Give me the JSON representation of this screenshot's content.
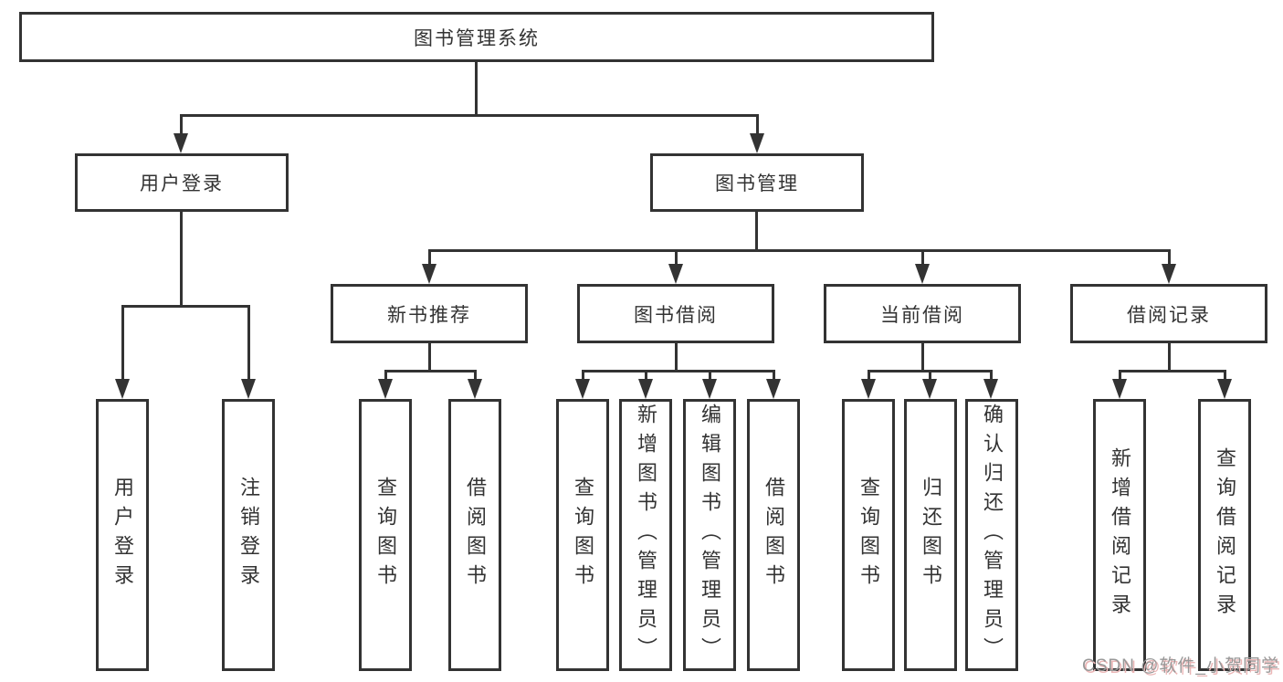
{
  "diagram": {
    "title_node": {
      "label": "图书管理系统"
    },
    "level2": [
      {
        "label": "用户登录"
      },
      {
        "label": "图书管理"
      }
    ],
    "level3": [
      {
        "label": "新书推荐"
      },
      {
        "label": "图书借阅"
      },
      {
        "label": "当前借阅"
      },
      {
        "label": "借阅记录"
      }
    ],
    "leaves": [
      {
        "label": "用户登录",
        "parent": "用户登录"
      },
      {
        "label": "注销登录",
        "parent": "用户登录"
      },
      {
        "label": "查询图书",
        "parent": "新书推荐"
      },
      {
        "label": "借阅图书",
        "parent": "新书推荐"
      },
      {
        "label": "查询图书",
        "parent": "图书借阅"
      },
      {
        "label": "新增图书（管理员）",
        "parent": "图书借阅"
      },
      {
        "label": "编辑图书（管理员）",
        "parent": "图书借阅"
      },
      {
        "label": "借阅图书",
        "parent": "图书借阅"
      },
      {
        "label": "查询图书",
        "parent": "当前借阅"
      },
      {
        "label": "归还图书",
        "parent": "当前借阅"
      },
      {
        "label": "确认归还（管理员）",
        "parent": "当前借阅"
      },
      {
        "label": "新增借阅记录",
        "parent": "借阅记录"
      },
      {
        "label": "查询借阅记录",
        "parent": "借阅记录"
      }
    ],
    "colors": {
      "line": "#333333",
      "box_border": "#333333",
      "text": "#333333",
      "background": "#ffffff",
      "watermark_text": "#989898",
      "watermark_shadow": "#eab6b6"
    },
    "watermark": {
      "text": "CSDN @软件_小贺同学"
    }
  }
}
